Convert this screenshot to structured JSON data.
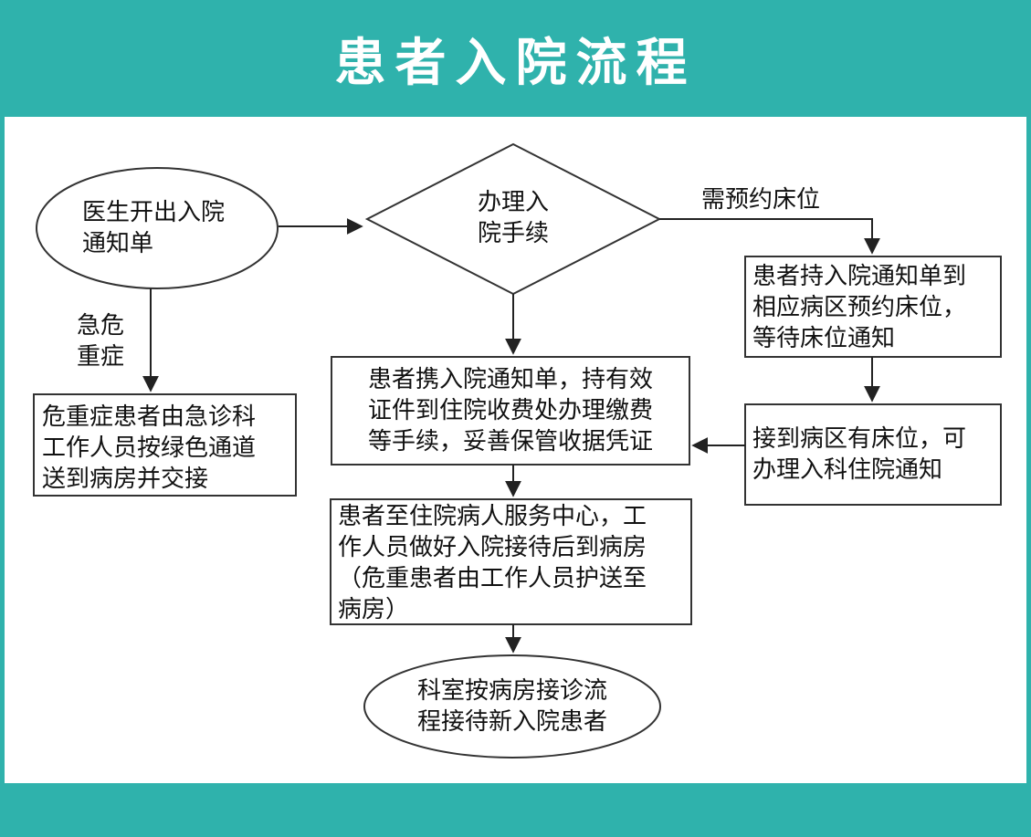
{
  "header": {
    "title": "患者入院流程"
  },
  "colors": {
    "teal": "#2fb2ac",
    "panel": "#ffffff",
    "border": "#333333",
    "text": "#111111"
  },
  "nodes": {
    "start": "医生开出入院\n通知单",
    "decision": "办理入\n院手续",
    "reserve_bed": "患者持入院通知单到\n相应病区预约床位，\n等待床位通知",
    "bed_available": "接到病区有床位，可\n办理入科住院通知",
    "emergency_transfer": "危重症患者由急诊科\n工作人员按绿色通道\n送到病房并交接",
    "payment": "患者携入院通知单，持有效\n证件到住院收费处办理缴费\n等手续，妥善保管收据凭证",
    "service_center": "患者至住院病人服务中心，工\n作人员做好入院接待后到病房\n（危重患者由工作人员护送至\n病房）",
    "end": "科室按病房接诊流\n程接待新入院患者"
  },
  "labels": {
    "reserve": "需预约床位",
    "emergency": "急危\n重症"
  }
}
